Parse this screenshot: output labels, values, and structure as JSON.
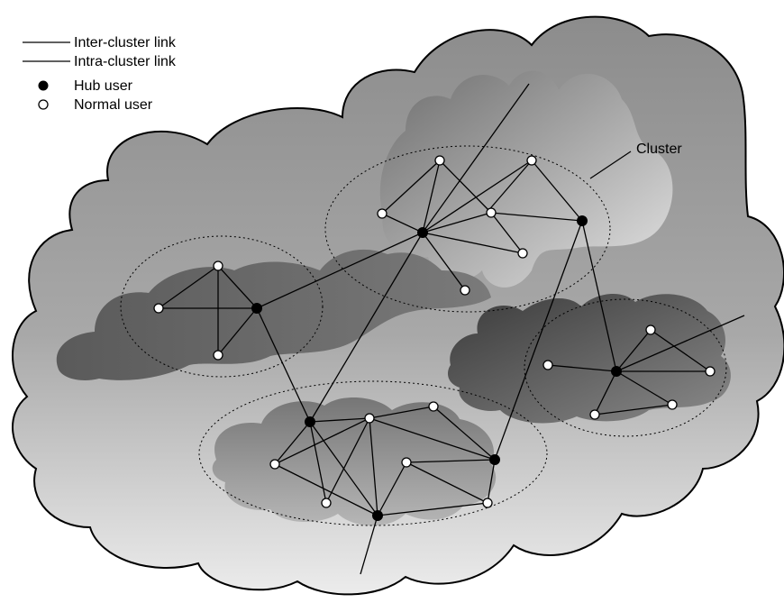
{
  "legend": {
    "inter_cluster_link": "Inter-cluster link",
    "intra_cluster_link": "Intra-cluster link",
    "hub_user": "Hub user",
    "normal_user": "Normal user"
  },
  "callout": {
    "cluster_label": "Cluster"
  },
  "colors": {
    "cloud_light": "#e6e6e6",
    "cloud_mid": "#8a8a8a",
    "cloud_dark": "#4a4a4a",
    "hub_fill": "#000000",
    "normal_fill": "#ffffff",
    "stroke": "#000000"
  }
}
